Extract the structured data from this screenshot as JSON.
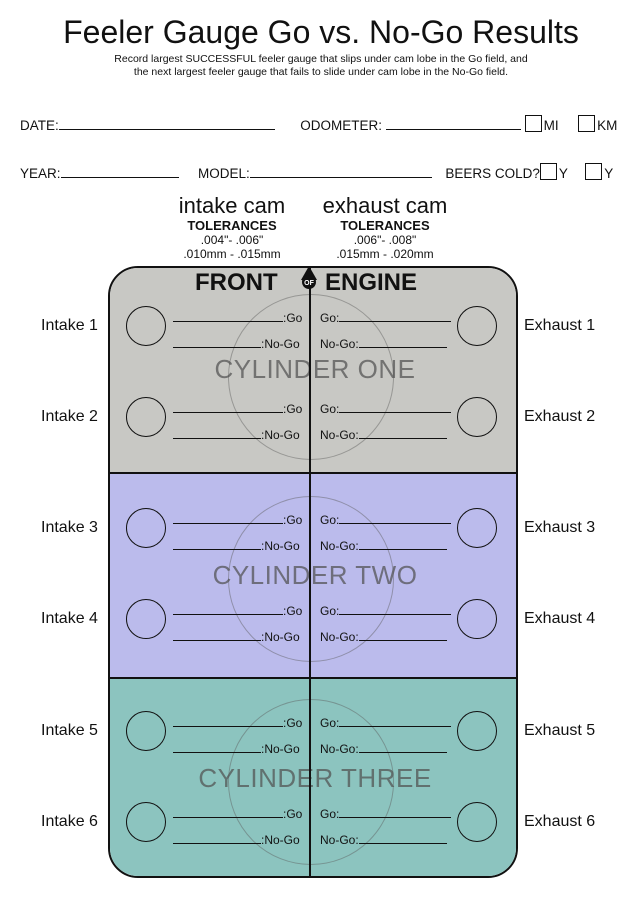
{
  "header": {
    "title": "Feeler Gauge Go vs. No-Go Results",
    "subtitle_line1": "Record largest SUCCESSFUL feeler gauge that slips under cam lobe in the Go field, and",
    "subtitle_line2": "the next largest feeler gauge that fails to slide under cam lobe in the No-Go field."
  },
  "form": {
    "date_label": "DATE:",
    "odometer_label": "ODOMETER:",
    "mi_label": "MI",
    "km_label": "KM",
    "year_label": "YEAR:",
    "model_label": "MODEL:",
    "beers_label": "BEERS COLD?",
    "y1_label": "Y",
    "y2_label": "Y"
  },
  "intake_cam": {
    "name": "intake cam",
    "tol_label": "TOLERANCES",
    "inch": ".004\"- .006\"",
    "mm": ".010mm - .015mm"
  },
  "exhaust_cam": {
    "name": "exhaust cam",
    "tol_label": "TOLERANCES",
    "inch": ".006\"- .008\"",
    "mm": ".015mm - .020mm"
  },
  "engine": {
    "front": "FRONT",
    "of": "OF",
    "engine": "ENGINE"
  },
  "fields": {
    "go_right": ":Go",
    "nogo_right": ":No-Go",
    "go_left": "Go:",
    "nogo_left": "No-Go:"
  },
  "cylinders": [
    {
      "label": "CYLINDER ONE",
      "color": "#c8c8c4"
    },
    {
      "label": "CYLINDER TWO",
      "color": "#bbbbec"
    },
    {
      "label": "CYLINDER THREE",
      "color": "#8cc4bf"
    }
  ],
  "intakes": [
    "Intake 1",
    "Intake 2",
    "Intake 3",
    "Intake 4",
    "Intake 5",
    "Intake 6"
  ],
  "exhausts": [
    "Exhaust 1",
    "Exhaust 2",
    "Exhaust 3",
    "Exhaust 4",
    "Exhaust 5",
    "Exhaust 6"
  ]
}
